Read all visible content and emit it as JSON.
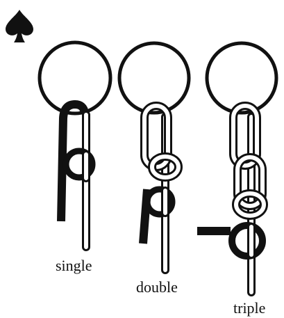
{
  "figure": {
    "corner_icon": "spade-icon",
    "ink_color": "#111111",
    "paper_color": "#ffffff",
    "diagrams": [
      {
        "id": "single",
        "label": "single"
      },
      {
        "id": "double",
        "label": "double"
      },
      {
        "id": "triple",
        "label": "triple"
      }
    ]
  }
}
